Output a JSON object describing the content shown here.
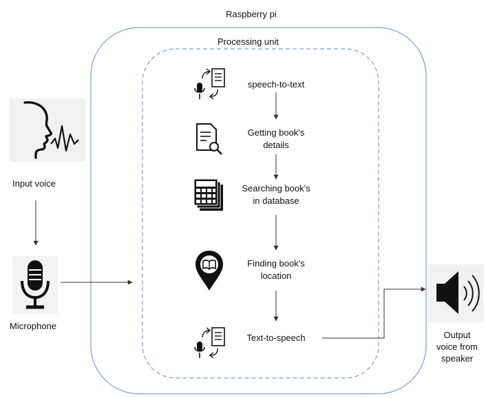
{
  "outer_label": "Raspberry pi",
  "inner_label": "Processing unit",
  "input_voice": "Input voice",
  "microphone": "Microphone",
  "steps": [
    {
      "line1": "speech-to-text",
      "line2": "",
      "icon": "speech-to-text-icon"
    },
    {
      "line1": "Getting book's",
      "line2": "details",
      "icon": "document-search-icon"
    },
    {
      "line1": "Searching book's",
      "line2": "in database",
      "icon": "database-table-icon"
    },
    {
      "line1": "Finding book's",
      "line2": "location",
      "icon": "location-pin-book-icon"
    },
    {
      "line1": "Text-to-speech",
      "line2": "",
      "icon": "text-to-speech-icon"
    }
  ],
  "output": {
    "line1": "Output",
    "line2": "voice from",
    "line3": "speaker"
  },
  "colors": {
    "container": "#7d9ccf",
    "arrow": "#333333",
    "icon": "#111111"
  }
}
